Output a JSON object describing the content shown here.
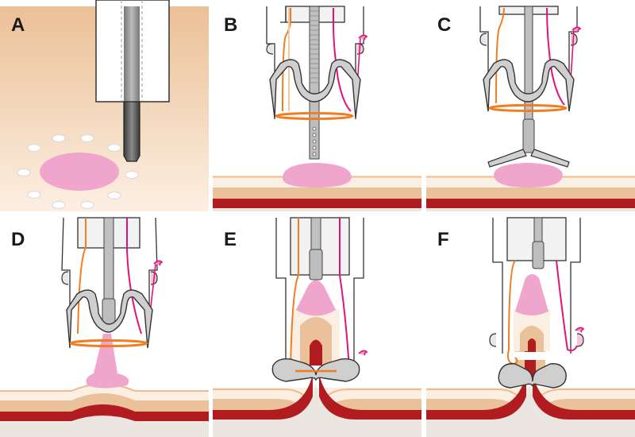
{
  "figure": {
    "description": "Six-step procedural illustration of endoscopic clip-assisted resection",
    "panels": [
      {
        "id": "A",
        "label": "A",
        "step": "marking dots around pink lesion; electrode tip above mucosa (top view)"
      },
      {
        "id": "B",
        "label": "B",
        "step": "device with clip and anchor screw positioned above lesion"
      },
      {
        "id": "C",
        "label": "C",
        "step": "grasping forceps opened over lesion"
      },
      {
        "id": "D",
        "label": "D",
        "step": "lesion pulled up into device; layers lifted"
      },
      {
        "id": "E",
        "label": "E",
        "step": "full-thickness tissue drawn in; clip closing at base"
      },
      {
        "id": "F",
        "label": "F",
        "step": "clip deployed, snare loop cuts above clip"
      }
    ]
  },
  "colors": {
    "mucosa_top": "#ecc49a",
    "mucosa_bottom": "#fbeadb",
    "lesion": "#f0a5cc",
    "layer_light": "#fbeee2",
    "layer_outline": "#f2b98a",
    "layer_mid": "#eac19a",
    "layer_muscle": "#b01c1f",
    "layer_base": "#ebe6e0",
    "metal": "#c8c8c8",
    "metal_dark": "#555555",
    "orange_thread": "#f07d23",
    "magenta_thread": "#e2127a",
    "outline": "#333333"
  }
}
